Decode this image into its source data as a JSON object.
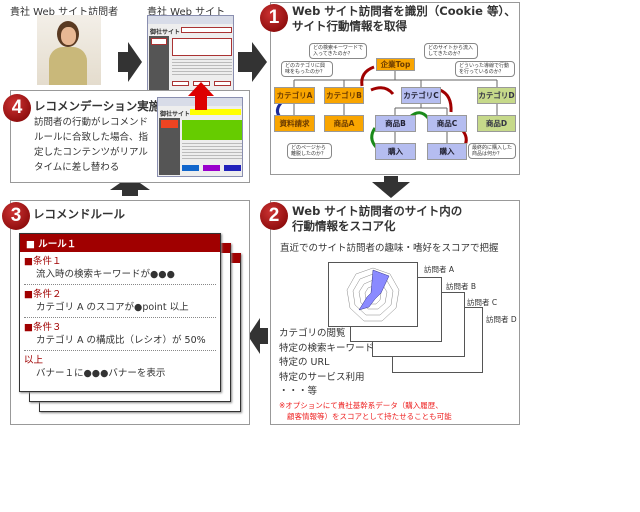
{
  "top": {
    "visitor_label": "貴社 Web サイト訪問者",
    "site_label": "貴社 Web サイト",
    "site_name": "御社サイト"
  },
  "step1": {
    "number": "1",
    "title_line1": "Web サイト訪問者を識別（Cookie 等）、",
    "title_line2": "サイト行動情報を取得",
    "nodes": {
      "top": "企業Top",
      "cat_a": "カテゴリA",
      "cat_b": "カテゴリB",
      "cat_c": "カテゴリC",
      "cat_d": "カテゴリD",
      "doc_request": "資料請求",
      "prod_a": "商品A",
      "prod_b": "商品B",
      "prod_c": "商品C",
      "prod_d": "商品D",
      "buy1": "購入",
      "buy2": "購入"
    },
    "bubbles": [
      "どの検索キーワードで入ってきたのか？",
      "どのカテゴリに興味をもったのか？",
      "どのサイトから流入してきたのか？",
      "どういった導線で行動を行っているのか？",
      "どのページから離脱したのか？",
      "最終的に購入した商品は何か？"
    ]
  },
  "step2": {
    "number": "2",
    "title_line1": "Web サイト訪問者のサイト内の",
    "title_line2": "行動情報をスコア化",
    "subtitle": "直近でのサイト訪問者の趣味・嗜好をスコアで把握",
    "visitors": [
      "訪問者 A",
      "訪問者 B",
      "訪問者 C",
      "訪問者 D"
    ],
    "items": [
      "カテゴリの閲覧",
      "特定の検索キーワード",
      "特定の URL",
      "特定のサービス利用",
      "・・・等"
    ],
    "note_line1": "※オプションにて貴社基幹系データ（購入履歴、",
    "note_line2": "顧客情報等）をスコアとして持たせることも可能"
  },
  "step3": {
    "number": "3",
    "title": "レコメンドルール",
    "rule_title": "■ ルール１",
    "conditions": [
      {
        "head": "■条件１",
        "text": "流入時の検索キーワードが●●●"
      },
      {
        "head": "■条件２",
        "text": "カテゴリ A のスコアが●point 以上"
      },
      {
        "head": "■条件３",
        "text": "カテゴリ A の構成比（レシオ）が 50%"
      },
      {
        "head": "以上",
        "text": "バナー１に●●●バナーを表示"
      }
    ]
  },
  "step4": {
    "number": "4",
    "title": "レコメンデーション実施",
    "desc_lines": [
      "訪問者の行動がレコメンド",
      "ルールに合致した場合、指",
      "定したコンテンツがリアル",
      "タイムに差し替わる"
    ]
  },
  "colors": {
    "accent": "#a00000",
    "arrow": "#333333"
  }
}
